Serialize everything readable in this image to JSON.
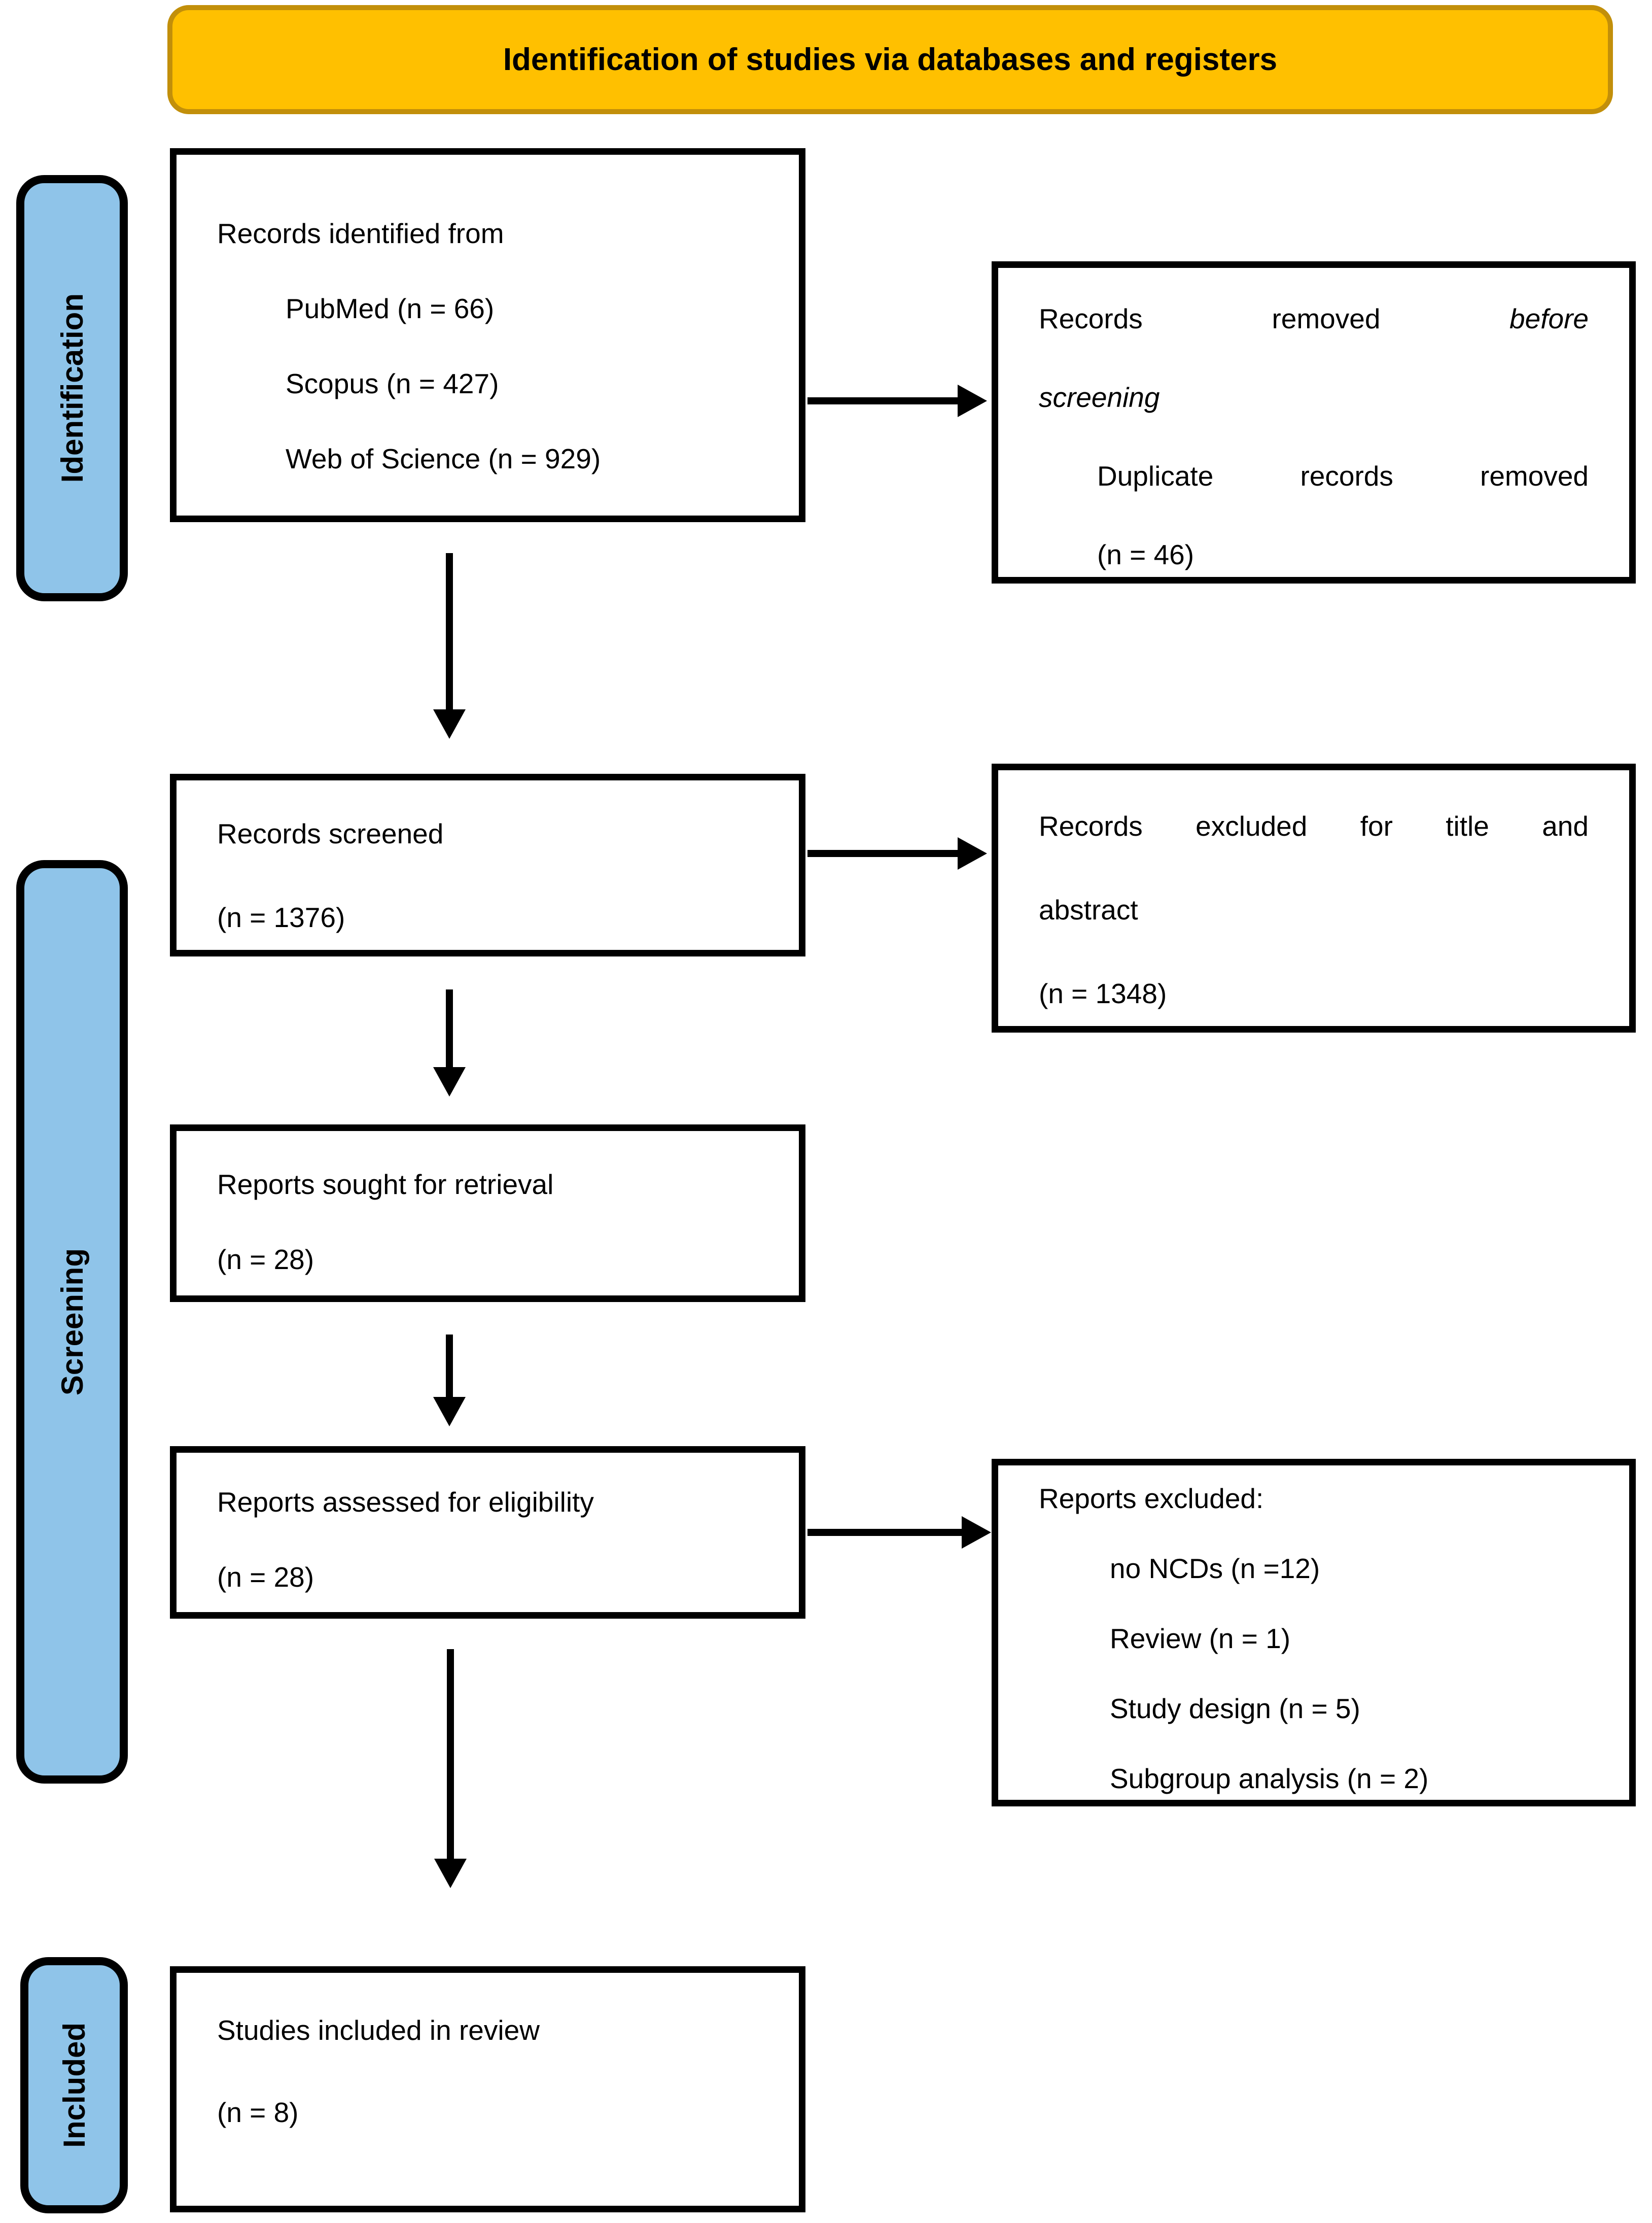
{
  "banner": {
    "title": "Identification of studies via databases and registers"
  },
  "stages": {
    "identification": "Identification",
    "screening": "Screening",
    "included": "Included"
  },
  "flow": {
    "records_identified": {
      "title": "Records identified from",
      "sources": [
        "PubMed (n = 66)",
        "Scopus (n = 427)",
        "Web of Science (n = 929)"
      ]
    },
    "records_screened": {
      "title": "Records screened",
      "count": "(n = 1376)"
    },
    "reports_sought": {
      "title": "Reports sought for retrieval",
      "count": "(n = 28)"
    },
    "reports_assessed": {
      "title": "Reports assessed for eligibility",
      "count": "(n = 28)"
    },
    "studies_included": {
      "title": "Studies included in review",
      "count": "(n = 8)"
    }
  },
  "exclusions": {
    "removed_before_screening": {
      "line1_words": [
        "Records",
        "removed",
        "before"
      ],
      "line2": "screening",
      "line3_words": [
        "Duplicate",
        "records",
        "removed"
      ],
      "count": "(n = 46)"
    },
    "excluded_title_abstract": {
      "line1_words": [
        "Records",
        "excluded",
        "for",
        "title",
        "and"
      ],
      "line2": "abstract",
      "count": "(n = 1348)"
    },
    "reports_excluded": {
      "title": "Reports excluded:",
      "reasons": [
        "no NCDs (n =12)",
        "Review (n = 1)",
        "Study design (n = 5)",
        "Subgroup analysis (n = 2)"
      ]
    }
  },
  "colors": {
    "banner_fill": "#FFC000",
    "banner_border": "#C28F0A",
    "stage_fill": "#8FC4E9",
    "box_border": "#000000"
  }
}
